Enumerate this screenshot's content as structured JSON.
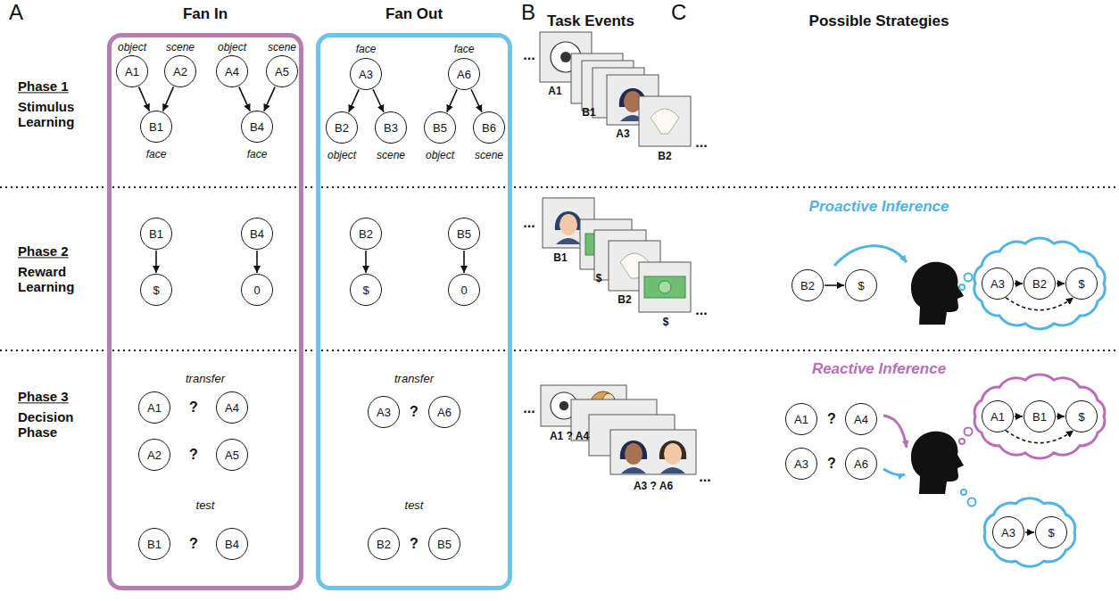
{
  "diagram": {
    "nodes": [
      {
        "text": [
          "Fan In"
        ]
      },
      {
        "text": [
          "A1"
        ],
        "in": 0
      },
      {
        "text": [
          "A2"
        ],
        "in": 0
      },
      {
        "text": [
          "A4"
        ],
        "in": 0
      },
      {
        "text": [
          "A5"
        ],
        "in": 0
      },
      {
        "text": [
          "B1"
        ],
        "in": 0
      },
      {
        "text": [
          "B4"
        ],
        "in": 0
      },
      {
        "text": [
          "B1"
        ],
        "in": 0
      },
      {
        "text": [
          "B4"
        ],
        "in": 0
      },
      {
        "text": [
          "$"
        ],
        "in": 0
      },
      {
        "text": [
          "0"
        ],
        "in": 0
      },
      {
        "text": [
          "A1"
        ],
        "in": 0
      },
      {
        "text": [
          "A4"
        ],
        "in": 0
      },
      {
        "text": [
          "A2"
        ],
        "in": 0
      },
      {
        "text": [
          "A5"
        ],
        "in": 0
      },
      {
        "text": [
          "B1"
        ],
        "in": 0
      },
      {
        "text": [
          "B4"
        ],
        "in": 0
      },
      {
        "text": [
          "Fan Out"
        ]
      },
      {
        "text": [
          "A3"
        ],
        "in": 17
      },
      {
        "text": [
          "A6"
        ],
        "in": 17
      },
      {
        "text": [
          "B2"
        ],
        "in": 17
      },
      {
        "text": [
          "B3"
        ],
        "in": 17
      },
      {
        "text": [
          "B5"
        ],
        "in": 17
      },
      {
        "text": [
          "B6"
        ],
        "in": 17
      },
      {
        "text": [
          "B2"
        ],
        "in": 17
      },
      {
        "text": [
          "B5"
        ],
        "in": 17
      },
      {
        "text": [
          "$"
        ],
        "in": 17
      },
      {
        "text": [
          "0"
        ],
        "in": 17
      },
      {
        "text": [
          "A3"
        ],
        "in": 17
      },
      {
        "text": [
          "A6"
        ],
        "in": 17
      },
      {
        "text": [
          "B2"
        ],
        "in": 17
      },
      {
        "text": [
          "B5"
        ],
        "in": 17
      },
      {
        "text": [
          "B2"
        ]
      },
      {
        "text": [
          "$"
        ]
      },
      {
        "text": [
          "A3"
        ]
      },
      {
        "text": [
          "B2"
        ]
      },
      {
        "text": [
          "$"
        ]
      },
      {
        "text": [
          "A1"
        ]
      },
      {
        "text": [
          "A4"
        ]
      },
      {
        "text": [
          "A3"
        ]
      },
      {
        "text": [
          "A6"
        ]
      },
      {
        "text": [
          "A1"
        ]
      },
      {
        "text": [
          "B1"
        ]
      },
      {
        "text": [
          "$"
        ]
      },
      {
        "text": [
          "A3"
        ]
      },
      {
        "text": [
          "$"
        ]
      }
    ],
    "edges": [
      {
        "from": 1,
        "to": 5,
        "arrow": "to"
      },
      {
        "from": 2,
        "to": 5,
        "arrow": "to"
      },
      {
        "from": 3,
        "to": 6,
        "arrow": "to"
      },
      {
        "from": 4,
        "to": 6,
        "arrow": "to"
      },
      {
        "from": 18,
        "to": 20,
        "arrow": "to"
      },
      {
        "from": 18,
        "to": 21,
        "arrow": "to"
      },
      {
        "from": 19,
        "to": 22,
        "arrow": "to"
      },
      {
        "from": 19,
        "to": 23,
        "arrow": "to"
      },
      {
        "from": 7,
        "to": 9,
        "arrow": "to"
      },
      {
        "from": 8,
        "to": 10,
        "arrow": "to"
      },
      {
        "from": 24,
        "to": 26,
        "arrow": "to"
      },
      {
        "from": 25,
        "to": 27,
        "arrow": "to"
      },
      {
        "from": 32,
        "to": 33,
        "arrow": "to"
      },
      {
        "from": 34,
        "to": 35,
        "arrow": "to"
      },
      {
        "from": 35,
        "to": 36,
        "arrow": "to"
      },
      {
        "from": 34,
        "to": 36,
        "arrow": "to"
      },
      {
        "from": 41,
        "to": 42,
        "arrow": "to"
      },
      {
        "from": 42,
        "to": 43,
        "arrow": "to"
      },
      {
        "from": 41,
        "to": 43,
        "arrow": "to"
      },
      {
        "from": 44,
        "to": 45,
        "arrow": "to"
      }
    ],
    "labels": [
      "A",
      "B",
      "C",
      "Task Events",
      "Possible Strategies",
      "Phase 1",
      "Stimulus Learning",
      "Phase 2",
      "Reward Learning",
      "Phase 3",
      "Decision Phase",
      "object",
      "scene",
      "object",
      "scene",
      "face",
      "face",
      "face",
      "face",
      "object",
      "scene",
      "object",
      "scene",
      "transfer",
      "?",
      "?",
      "test",
      "?",
      "transfer",
      "?",
      "test",
      "?",
      "...",
      "A1",
      "B1",
      "A3",
      "B2",
      "...",
      "...",
      "B1",
      "$",
      "B2",
      "$",
      "...",
      "...",
      "A1 ? A4",
      "A3 ? A6",
      "...",
      "Proactive Inference",
      "Reactive Inference",
      "?",
      "?"
    ]
  }
}
